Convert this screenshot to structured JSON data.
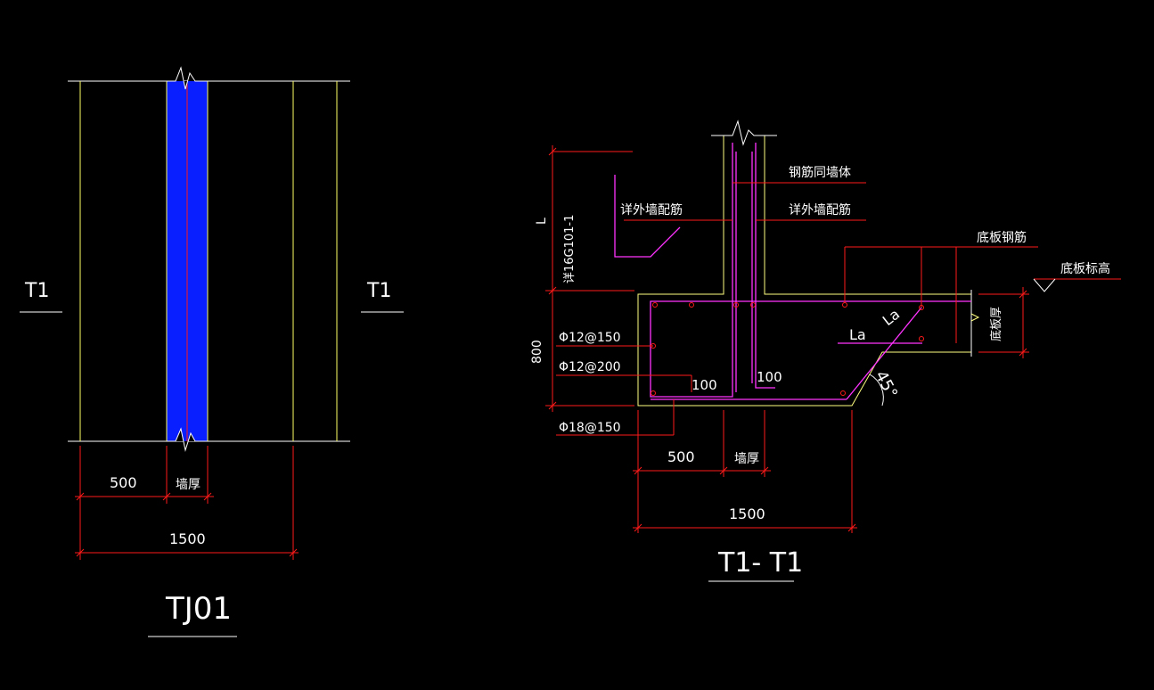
{
  "plan": {
    "section_mark_left": "T1",
    "section_mark_right": "T1",
    "dim_left": "500",
    "dim_wall": "墙厚",
    "dim_total": "1500",
    "title": "TJ01"
  },
  "section": {
    "dim_height_L": "L",
    "ref_vertical": "详16G101-1",
    "label_outer_wall_left": "详外墙配筋",
    "label_wall_same": "钢筋同墙体",
    "label_outer_wall_right": "详外墙配筋",
    "label_slab_rebar": "底板钢筋",
    "label_slab_elev": "底板标高",
    "label_slab_thick": "底板厚",
    "label_La_diag": "La",
    "label_La": "La",
    "angle": "45°",
    "rebar_1": "Φ12@150",
    "rebar_2": "Φ12@200",
    "rebar_3": "Φ18@150",
    "dim_800": "800",
    "dim_100_left": "100",
    "dim_100_right": "100",
    "dim_500": "500",
    "dim_wall": "墙厚",
    "dim_1500": "1500",
    "title": "T1- T1"
  },
  "colors": {
    "background": "#000000",
    "wall_line": "#ffff66",
    "wall_fill": "#0a1fff",
    "dim_red": "#ff1a1a",
    "rebar_magenta": "#ff33ff",
    "text": "#ffffff",
    "concrete_yellow": "#ffff80"
  }
}
